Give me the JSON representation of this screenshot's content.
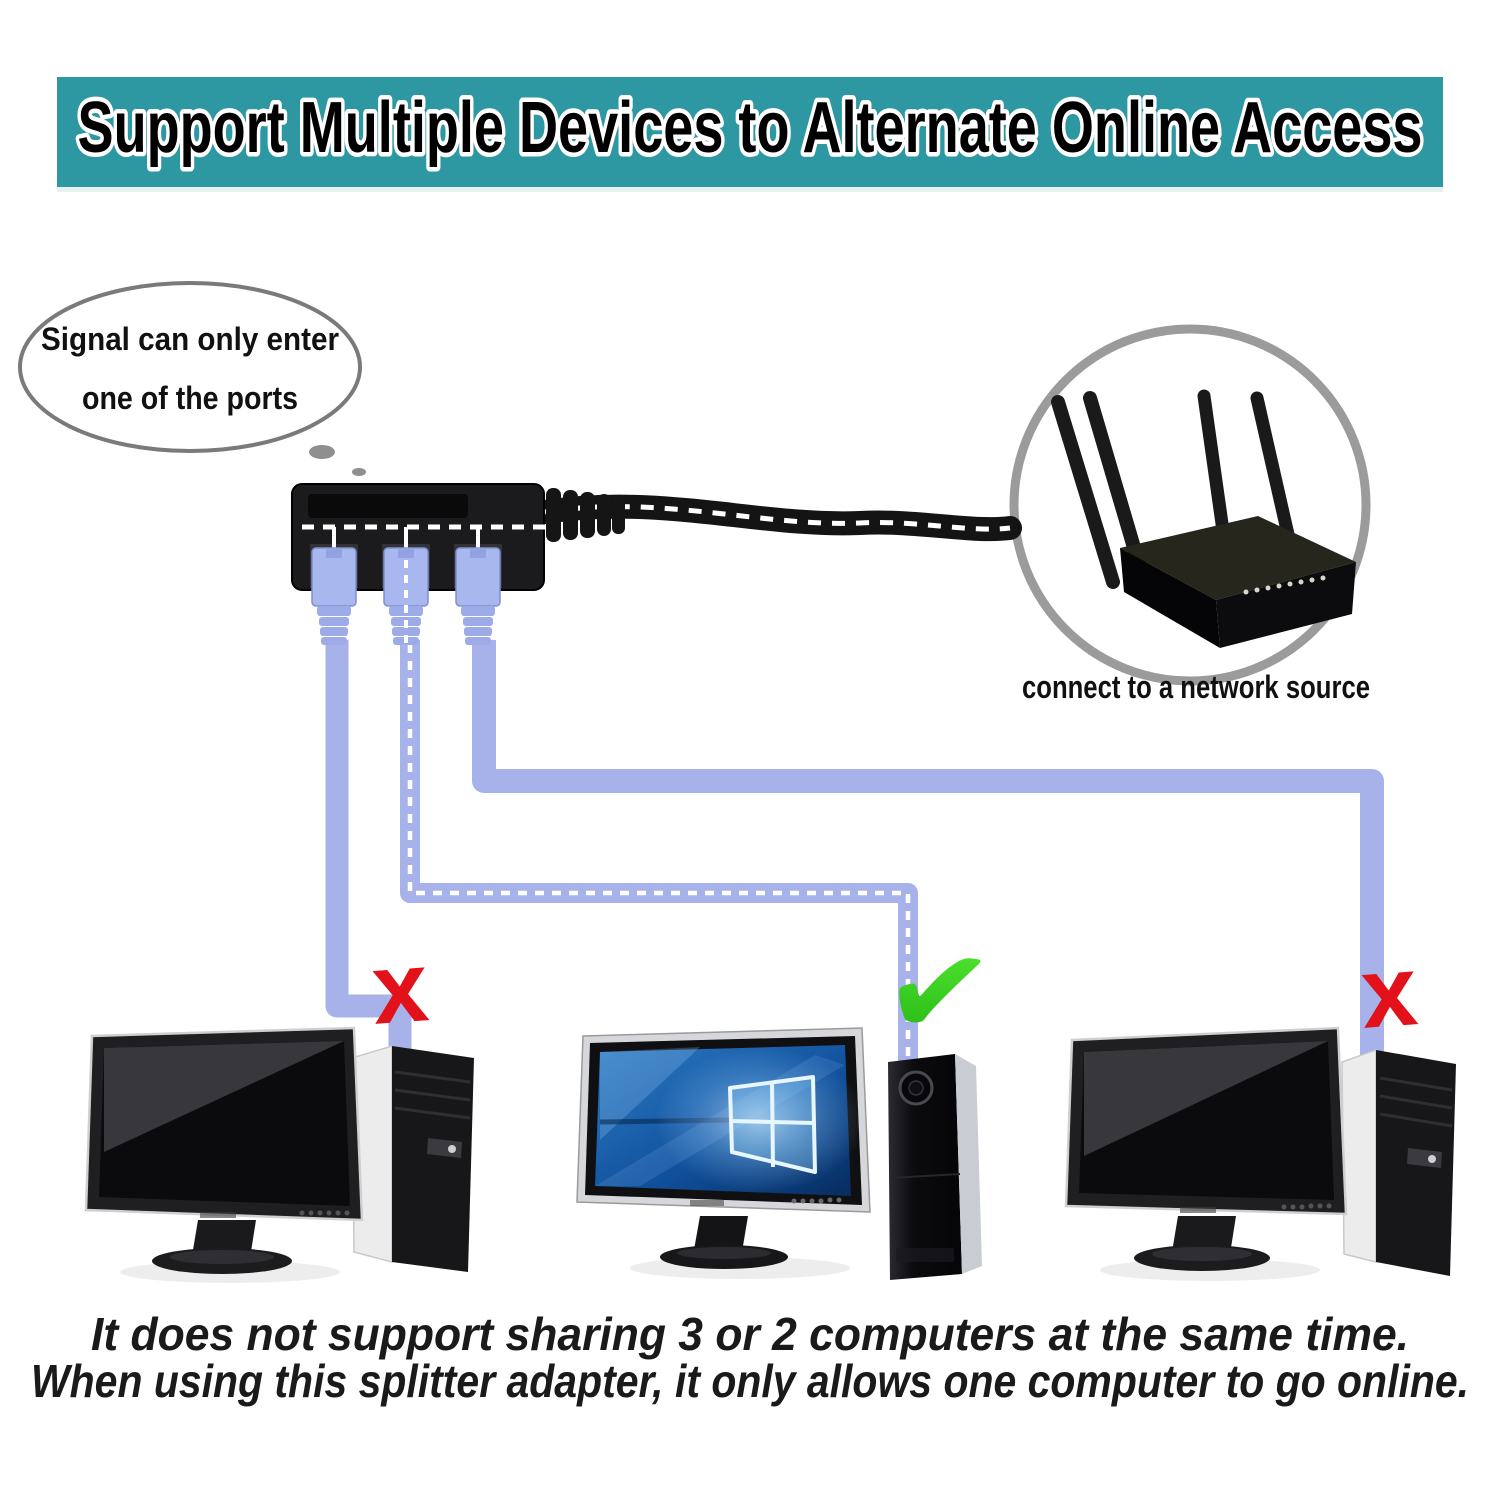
{
  "banner": {
    "text": "Support Multiple Devices to Alternate Online Access",
    "bg_color": "#2D97A2"
  },
  "speech_bubble": {
    "line1": "Signal can only enter",
    "line2": "one of the ports"
  },
  "router": {
    "caption": "connect to a network source"
  },
  "marks": {
    "fail_symbol": "x",
    "ok_symbol": "✔",
    "fail_color": "#E31119",
    "ok_color": "#35D11C"
  },
  "footer": {
    "line1": "It does not support sharing 3 or 2 computers at the same time.",
    "line2": "When using this splitter adapter, it only allows one computer to go online."
  },
  "colors": {
    "cable_blue": "#A6B2E9",
    "cable_blue_dark": "#8E9DDE",
    "connector_blue": "#A9B7EF",
    "circle_gray": "#9B9B9B",
    "bubble_gray": "#7A7A7A",
    "splitter_black": "#1B1B1D",
    "text_black": "#111111"
  }
}
